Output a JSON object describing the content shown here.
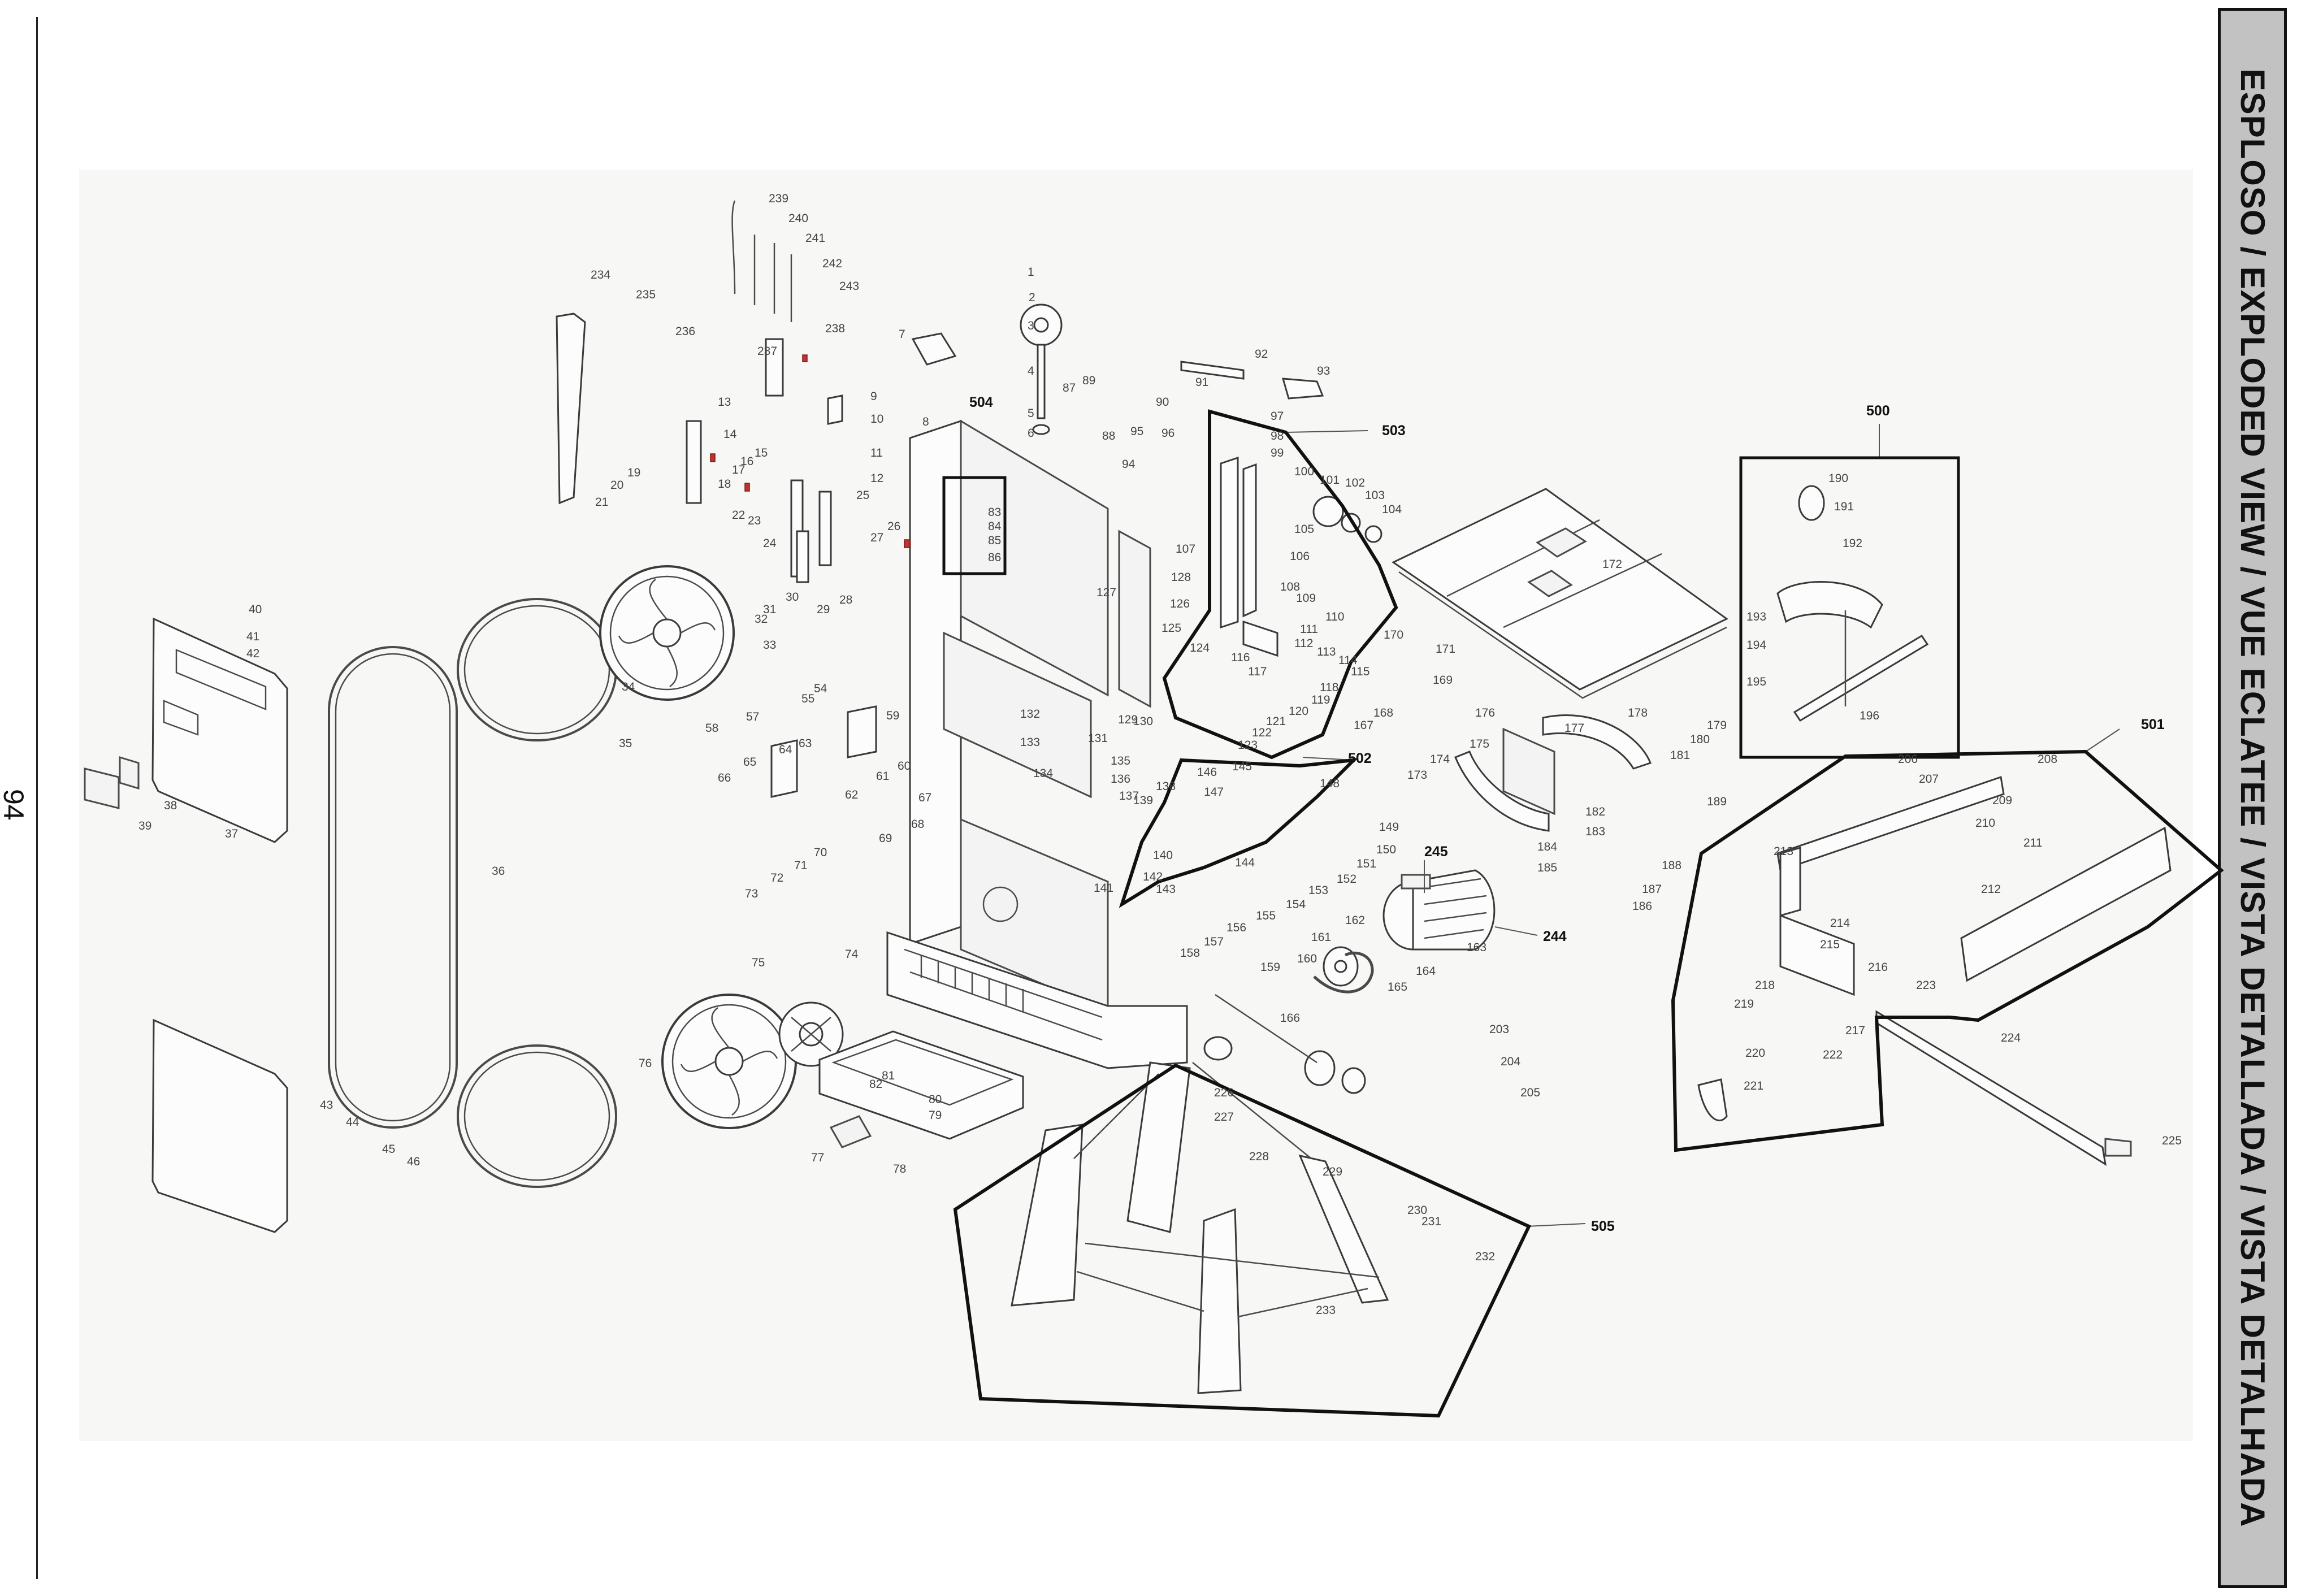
{
  "page": {
    "number": "94",
    "title": "ESPLOSO / EXPLODED VIEW / VUE ECLATEE / VISTA DETALLADA / VISTA DETALHADA"
  },
  "diagram": {
    "groups": [
      {
        "id": "504",
        "label": "504"
      },
      {
        "id": "503",
        "label": "503"
      },
      {
        "id": "502",
        "label": "502"
      },
      {
        "id": "500",
        "label": "500"
      },
      {
        "id": "501",
        "label": "501"
      },
      {
        "id": "505",
        "label": "505"
      },
      {
        "id": "245",
        "label": "245"
      },
      {
        "id": "244",
        "label": "244"
      }
    ],
    "part_labels": [
      "1",
      "2",
      "3",
      "4",
      "5",
      "6",
      "7",
      "8",
      "9",
      "10",
      "11",
      "12",
      "13",
      "14",
      "15",
      "16",
      "17",
      "18",
      "19",
      "20",
      "21",
      "22",
      "23",
      "24",
      "25",
      "26",
      "27",
      "28",
      "29",
      "30",
      "31",
      "32",
      "33",
      "34",
      "35",
      "36",
      "37",
      "38",
      "39",
      "40",
      "41",
      "42",
      "43",
      "44",
      "45",
      "46",
      "54",
      "55",
      "57",
      "58",
      "59",
      "60",
      "61",
      "62",
      "63",
      "64",
      "65",
      "66",
      "67",
      "68",
      "69",
      "70",
      "71",
      "72",
      "73",
      "74",
      "75",
      "76",
      "77",
      "78",
      "79",
      "80",
      "81",
      "82",
      "83",
      "84",
      "85",
      "86",
      "87",
      "88",
      "89",
      "90",
      "91",
      "92",
      "93",
      "94",
      "95",
      "96",
      "97",
      "98",
      "99",
      "100",
      "101",
      "102",
      "103",
      "104",
      "105",
      "106",
      "107",
      "108",
      "109",
      "110",
      "111",
      "112",
      "113",
      "114",
      "115",
      "116",
      "117",
      "118",
      "119",
      "120",
      "121",
      "122",
      "123",
      "124",
      "125",
      "126",
      "127",
      "128",
      "129",
      "130",
      "131",
      "132",
      "133",
      "134",
      "135",
      "136",
      "137",
      "138",
      "139",
      "140",
      "141",
      "142",
      "143",
      "144",
      "145",
      "146",
      "147",
      "148",
      "149",
      "150",
      "151",
      "152",
      "153",
      "154",
      "155",
      "156",
      "157",
      "158",
      "159",
      "160",
      "161",
      "162",
      "163",
      "164",
      "165",
      "166",
      "167",
      "168",
      "169",
      "170",
      "171",
      "172",
      "173",
      "174",
      "175",
      "176",
      "177",
      "178",
      "179",
      "180",
      "181",
      "182",
      "183",
      "184",
      "185",
      "186",
      "187",
      "188",
      "189",
      "190",
      "191",
      "192",
      "193",
      "194",
      "195",
      "196",
      "203",
      "204",
      "205",
      "206",
      "207",
      "208",
      "209",
      "210",
      "211",
      "212",
      "213",
      "214",
      "215",
      "216",
      "217",
      "218",
      "219",
      "220",
      "221",
      "222",
      "223",
      "224",
      "225",
      "226",
      "227",
      "228",
      "229",
      "230",
      "231",
      "232",
      "233",
      "234",
      "235",
      "236",
      "237",
      "238",
      "239",
      "240",
      "241",
      "242",
      "243"
    ]
  }
}
